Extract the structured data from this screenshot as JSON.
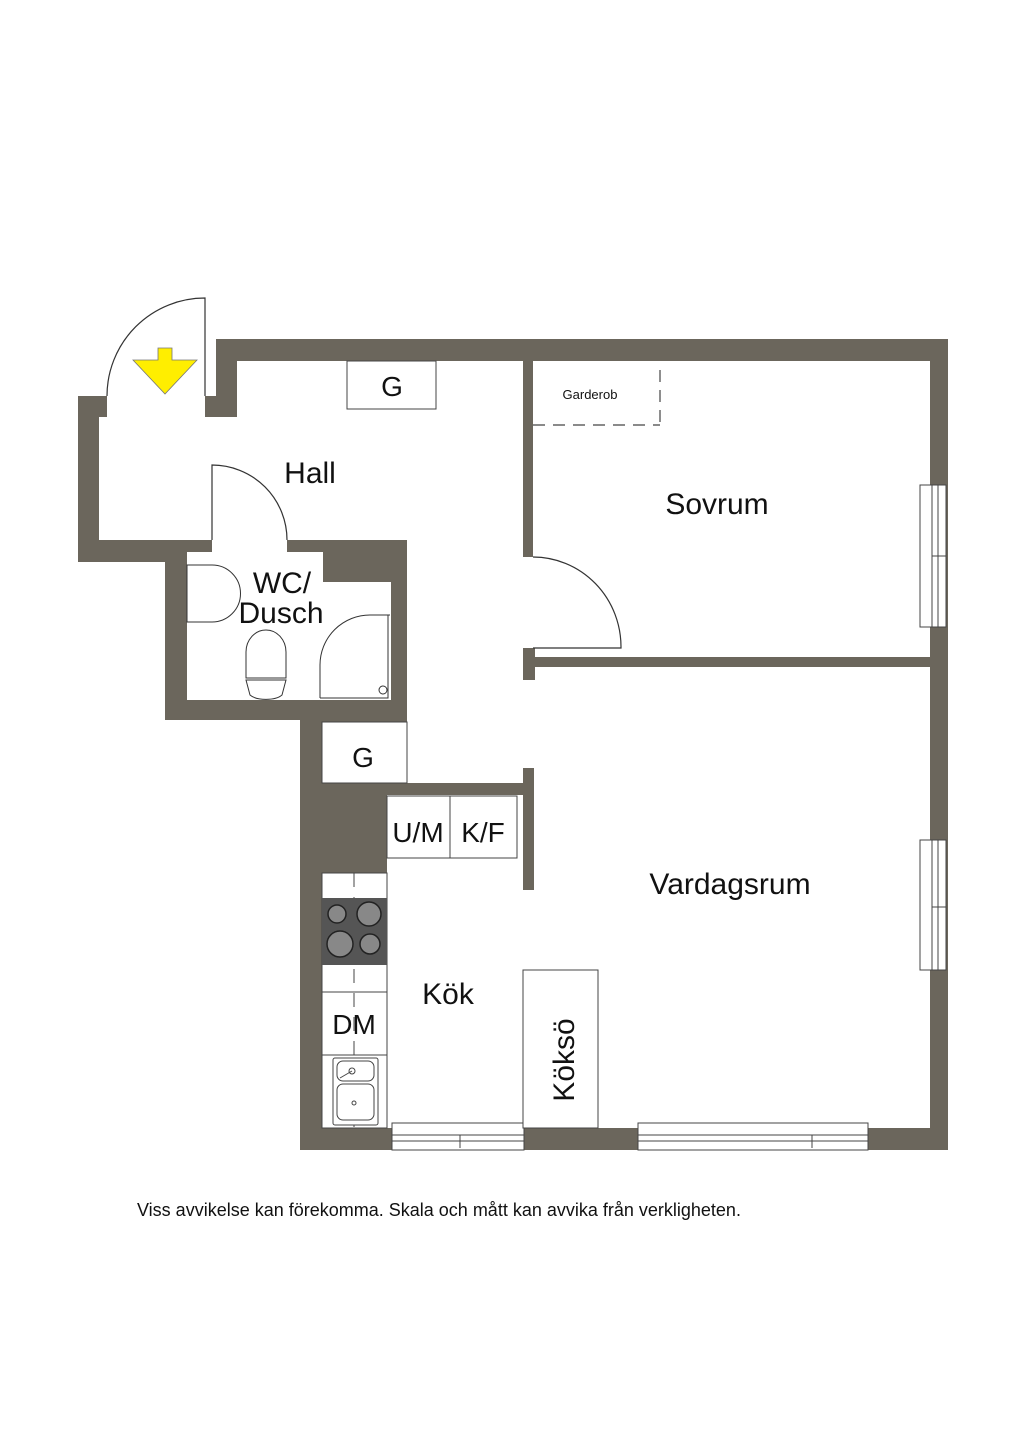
{
  "plan": {
    "rooms": {
      "hall": "Hall",
      "sovrum": "Sovrum",
      "wc_line1": "WC/",
      "wc_line2": "Dusch",
      "vardagsrum": "Vardagsrum",
      "kok": "Kök"
    },
    "fixtures": {
      "garderob": "Garderob",
      "closet_hall": "G",
      "closet_corridor": "G",
      "washer": "U/M",
      "fridge": "K/F",
      "dishwasher": "DM",
      "island": "Köksö"
    },
    "colors": {
      "wall": "#6b665c",
      "entrance_arrow": "#ffee00",
      "stove": "#555555"
    }
  },
  "footer": {
    "disclaimer": "Viss avvikelse kan förekomma. Skala och mått kan avvika från verkligheten."
  }
}
